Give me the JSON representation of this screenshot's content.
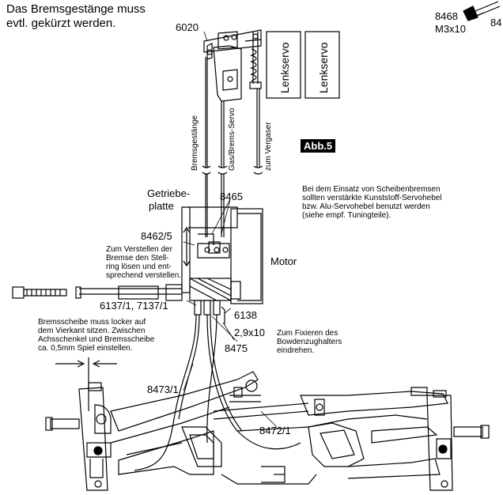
{
  "intro_text": {
    "line1": "Das Bremsgestänge muss",
    "line2": "evtl. gekürzt werden."
  },
  "part_labels": {
    "p6020": "6020",
    "p8468": "8468",
    "p8468_size": "M3x10",
    "p84_cut": "84",
    "p8465": "8465",
    "p8462": "8462/5",
    "p6137": "6137/1, 7137/1",
    "p6138": "6138",
    "p2910": "2,9x10",
    "p8475": "8475",
    "p8473": "8473/1",
    "p8472": "8472/1"
  },
  "component_labels": {
    "servo1": "Lenkservo",
    "servo2": "Lenkservo",
    "motor": "Motor",
    "getriebe_line1": "Getriebe-",
    "getriebe_line2": "platte"
  },
  "cable_labels": {
    "brems": "Bremsgestänge",
    "gas": "Gas/Brems-Servo",
    "vergaser": "zum Vergaser"
  },
  "figure_tag": "Abb.5",
  "notes": {
    "disc_brake": [
      "Bei dem Einsatz von Scheibenbremsen",
      "sollten verstärkte Kunststoff-Servohebel",
      "bzw. Alu-Servohebel benutzt werden",
      "(siehe empf. Tuningteile)."
    ],
    "adjust_brake": [
      "Zum Verstellen der",
      "Bremse den Stell-",
      "ring lösen und ent-",
      "sprechend verstellen."
    ],
    "brake_disc": [
      "Bremsscheibe muss locker auf",
      "dem Vierkant sitzen. Zwischen",
      "Achsschenkel und Bremsscheibe",
      "ca. 0,5mm Spiel einstellen."
    ],
    "fix_holder": [
      "Zum Fixieren des",
      "Bowdenzughalters",
      "eindrehen."
    ]
  }
}
